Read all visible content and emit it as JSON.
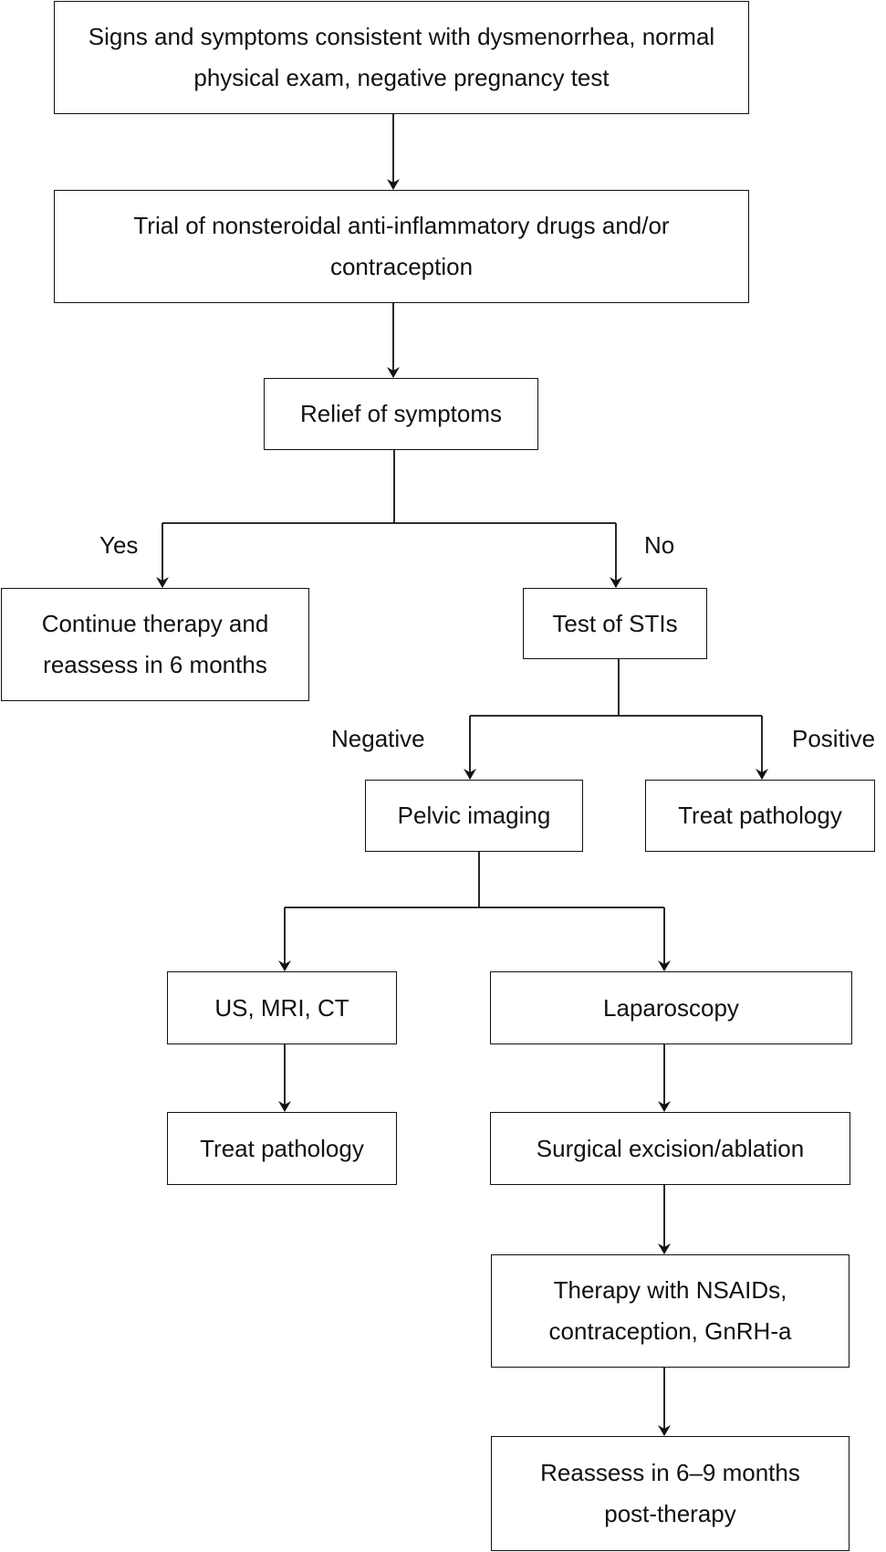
{
  "nodes": {
    "start": "Signs and symptoms consistent with dysmenorrhea, normal physical exam, negative pregnancy test",
    "nsaid_trial": "Trial of nonsteroidal anti-inflammatory drugs and/or contraception",
    "relief": "Relief of symptoms",
    "continue": "Continue therapy and reassess in 6 months",
    "sti_test": "Test of STIs",
    "pelvic_imaging": "Pelvic imaging",
    "treat_positive": "Treat pathology",
    "us_mri_ct": "US, MRI, CT",
    "laparoscopy": "Laparoscopy",
    "treat_imaging": "Treat pathology",
    "surgical": "Surgical excision/ablation",
    "therapy": "Therapy with NSAIDs, contraception, GnRH-a",
    "reassess": "Reassess in 6–9 months post-therapy"
  },
  "edge_labels": {
    "yes": "Yes",
    "no": "No",
    "negative": "Negative",
    "positive": "Positive"
  },
  "edges": [
    {
      "from": "start",
      "to": "nsaid_trial"
    },
    {
      "from": "nsaid_trial",
      "to": "relief"
    },
    {
      "from": "relief",
      "to": "continue",
      "label": "Yes"
    },
    {
      "from": "relief",
      "to": "sti_test",
      "label": "No"
    },
    {
      "from": "sti_test",
      "to": "pelvic_imaging",
      "label": "Negative"
    },
    {
      "from": "sti_test",
      "to": "treat_positive",
      "label": "Positive"
    },
    {
      "from": "pelvic_imaging",
      "to": "us_mri_ct"
    },
    {
      "from": "pelvic_imaging",
      "to": "laparoscopy"
    },
    {
      "from": "us_mri_ct",
      "to": "treat_imaging"
    },
    {
      "from": "laparoscopy",
      "to": "surgical"
    },
    {
      "from": "surgical",
      "to": "therapy"
    },
    {
      "from": "therapy",
      "to": "reassess"
    }
  ]
}
